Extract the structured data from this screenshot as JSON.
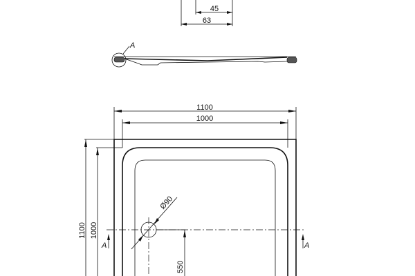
{
  "top_detail": {
    "dim_inner": "45",
    "dim_outer": "63"
  },
  "section_view": {
    "detail_label": "A"
  },
  "plan_view": {
    "width_outer": "1100",
    "width_inner": "1000",
    "height_outer": "1100",
    "height_inner": "1000",
    "drain_diameter": "Ø90",
    "drain_offset": "550",
    "section_mark_left": "A",
    "section_mark_right": "A"
  }
}
